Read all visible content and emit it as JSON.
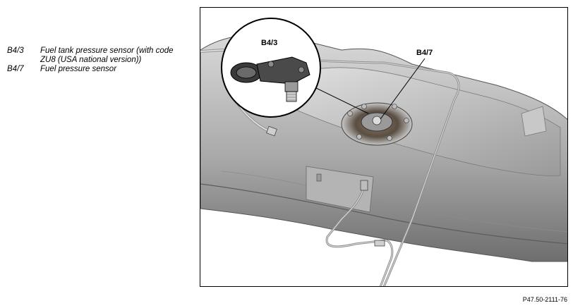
{
  "legend": {
    "items": [
      {
        "code": "B4/3",
        "description": "Fuel tank pressure sensor (with code ZU8 (USA national version))"
      },
      {
        "code": "B4/7",
        "description": "Fuel pressure sensor"
      }
    ]
  },
  "figure": {
    "callouts": {
      "inset": "B4/3",
      "tank": "B4/7"
    },
    "reference": "P47.50-2111-76"
  }
}
